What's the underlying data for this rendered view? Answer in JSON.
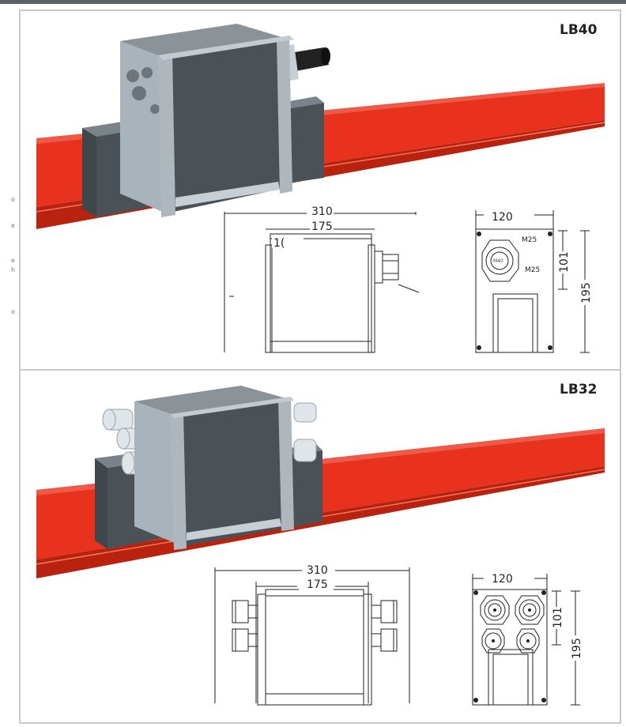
{
  "sections": [
    {
      "model": "LB40",
      "dimensions": {
        "overall_width": "310",
        "inner_width": "175",
        "partial_label": "1(",
        "side_width": "120",
        "mid_height": "101",
        "total_height": "195"
      },
      "glands": {
        "large": "M40",
        "small_a": "M25",
        "small_b": "M25"
      }
    },
    {
      "model": "LB32",
      "dimensions": {
        "overall_width": "310",
        "inner_width": "175",
        "side_width": "120",
        "mid_height": "101",
        "total_height": "195"
      }
    }
  ],
  "edge_letters": [
    "o",
    "e",
    "e",
    "h",
    "o"
  ],
  "colors": {
    "rail": "#e8321e",
    "rail_dark": "#b8220f",
    "housing_front": "#4a5258",
    "housing_top": "#8b9399",
    "housing_side": "#a9b3bb",
    "frame": "#c9c9c9"
  }
}
